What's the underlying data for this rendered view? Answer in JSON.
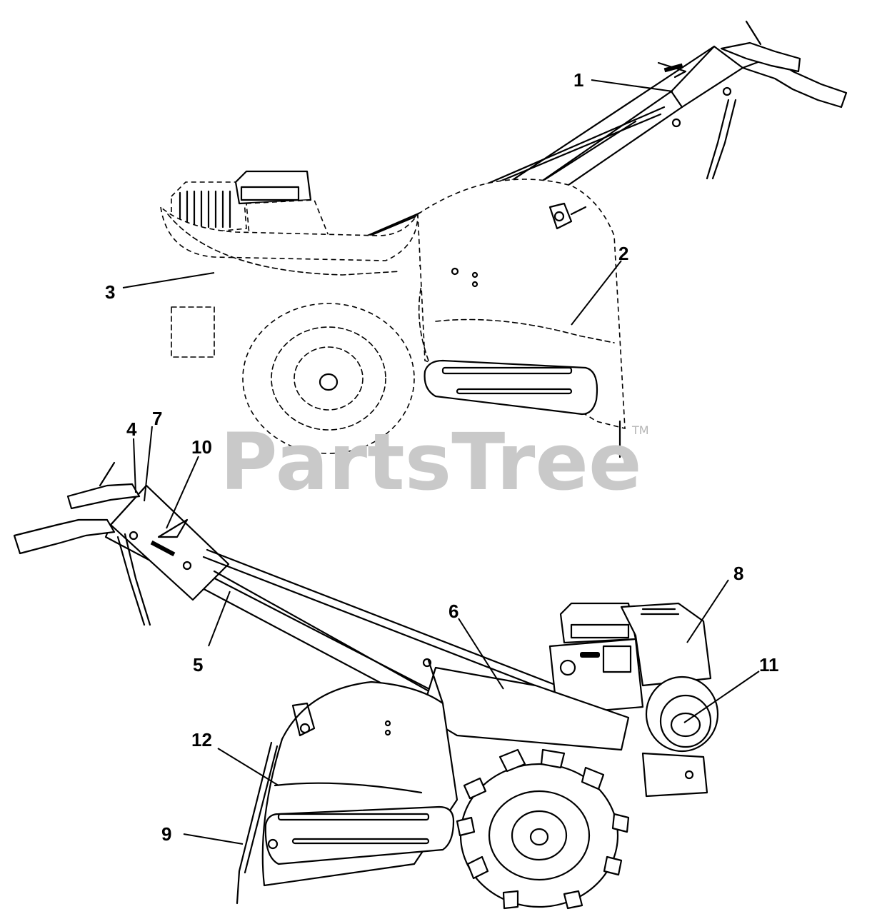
{
  "watermark": {
    "text": "PartsTree",
    "tm": "TM",
    "color": "#c9c9c9"
  },
  "callouts": [
    {
      "id": "1",
      "label": "1"
    },
    {
      "id": "2",
      "label": "2"
    },
    {
      "id": "3",
      "label": "3"
    },
    {
      "id": "4",
      "label": "4"
    },
    {
      "id": "5",
      "label": "5"
    },
    {
      "id": "6",
      "label": "6"
    },
    {
      "id": "7",
      "label": "7"
    },
    {
      "id": "8",
      "label": "8"
    },
    {
      "id": "9",
      "label": "9"
    },
    {
      "id": "10",
      "label": "10"
    },
    {
      "id": "11",
      "label": "11"
    },
    {
      "id": "12",
      "label": "12"
    }
  ]
}
